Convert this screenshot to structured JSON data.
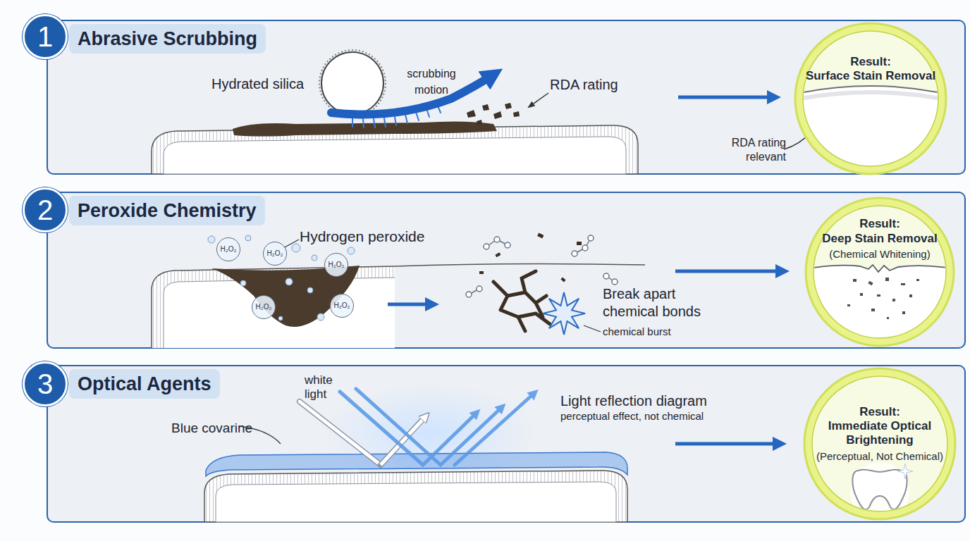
{
  "diagram": {
    "nodes": [
      {
        "text": [
          "Abrasive Scrubbing"
        ]
      },
      {
        "text": [
          "1"
        ],
        "in": 0
      },
      {
        "text": [
          "Result:",
          "Surface Stain Removal"
        ],
        "in": 0
      },
      {
        "text": [
          "Peroxide Chemistry"
        ]
      },
      {
        "text": [
          "2"
        ],
        "in": 3
      },
      {
        "text": [
          "H₂O₂"
        ],
        "in": 3
      },
      {
        "text": [
          "H₂O₂"
        ],
        "in": 3
      },
      {
        "text": [
          "H₂O₂"
        ],
        "in": 3
      },
      {
        "text": [
          "H₂O₂"
        ],
        "in": 3
      },
      {
        "text": [
          "H₂O₂"
        ],
        "in": 3
      },
      {
        "text": [
          "Result:",
          "Deep Stain Removal",
          "(Chemical Whitening)"
        ],
        "in": 3
      },
      {
        "text": [
          "Optical Agents"
        ]
      },
      {
        "text": [
          "3"
        ],
        "in": 11
      },
      {
        "text": [
          "Result:",
          "Immediate Optical Brightening",
          "(Perceptual, Not Chemical)"
        ],
        "in": 11
      }
    ],
    "labels": [
      "Hydrated silica",
      "scrubbing motion",
      "RDA rating",
      "RDA rating relevant",
      "Hydrogen peroxide",
      "Break apart chemical bonds",
      "chemical burst",
      "white light",
      "Blue covarine",
      "Light reflection diagram",
      "perceptual effect, not chemical"
    ]
  }
}
